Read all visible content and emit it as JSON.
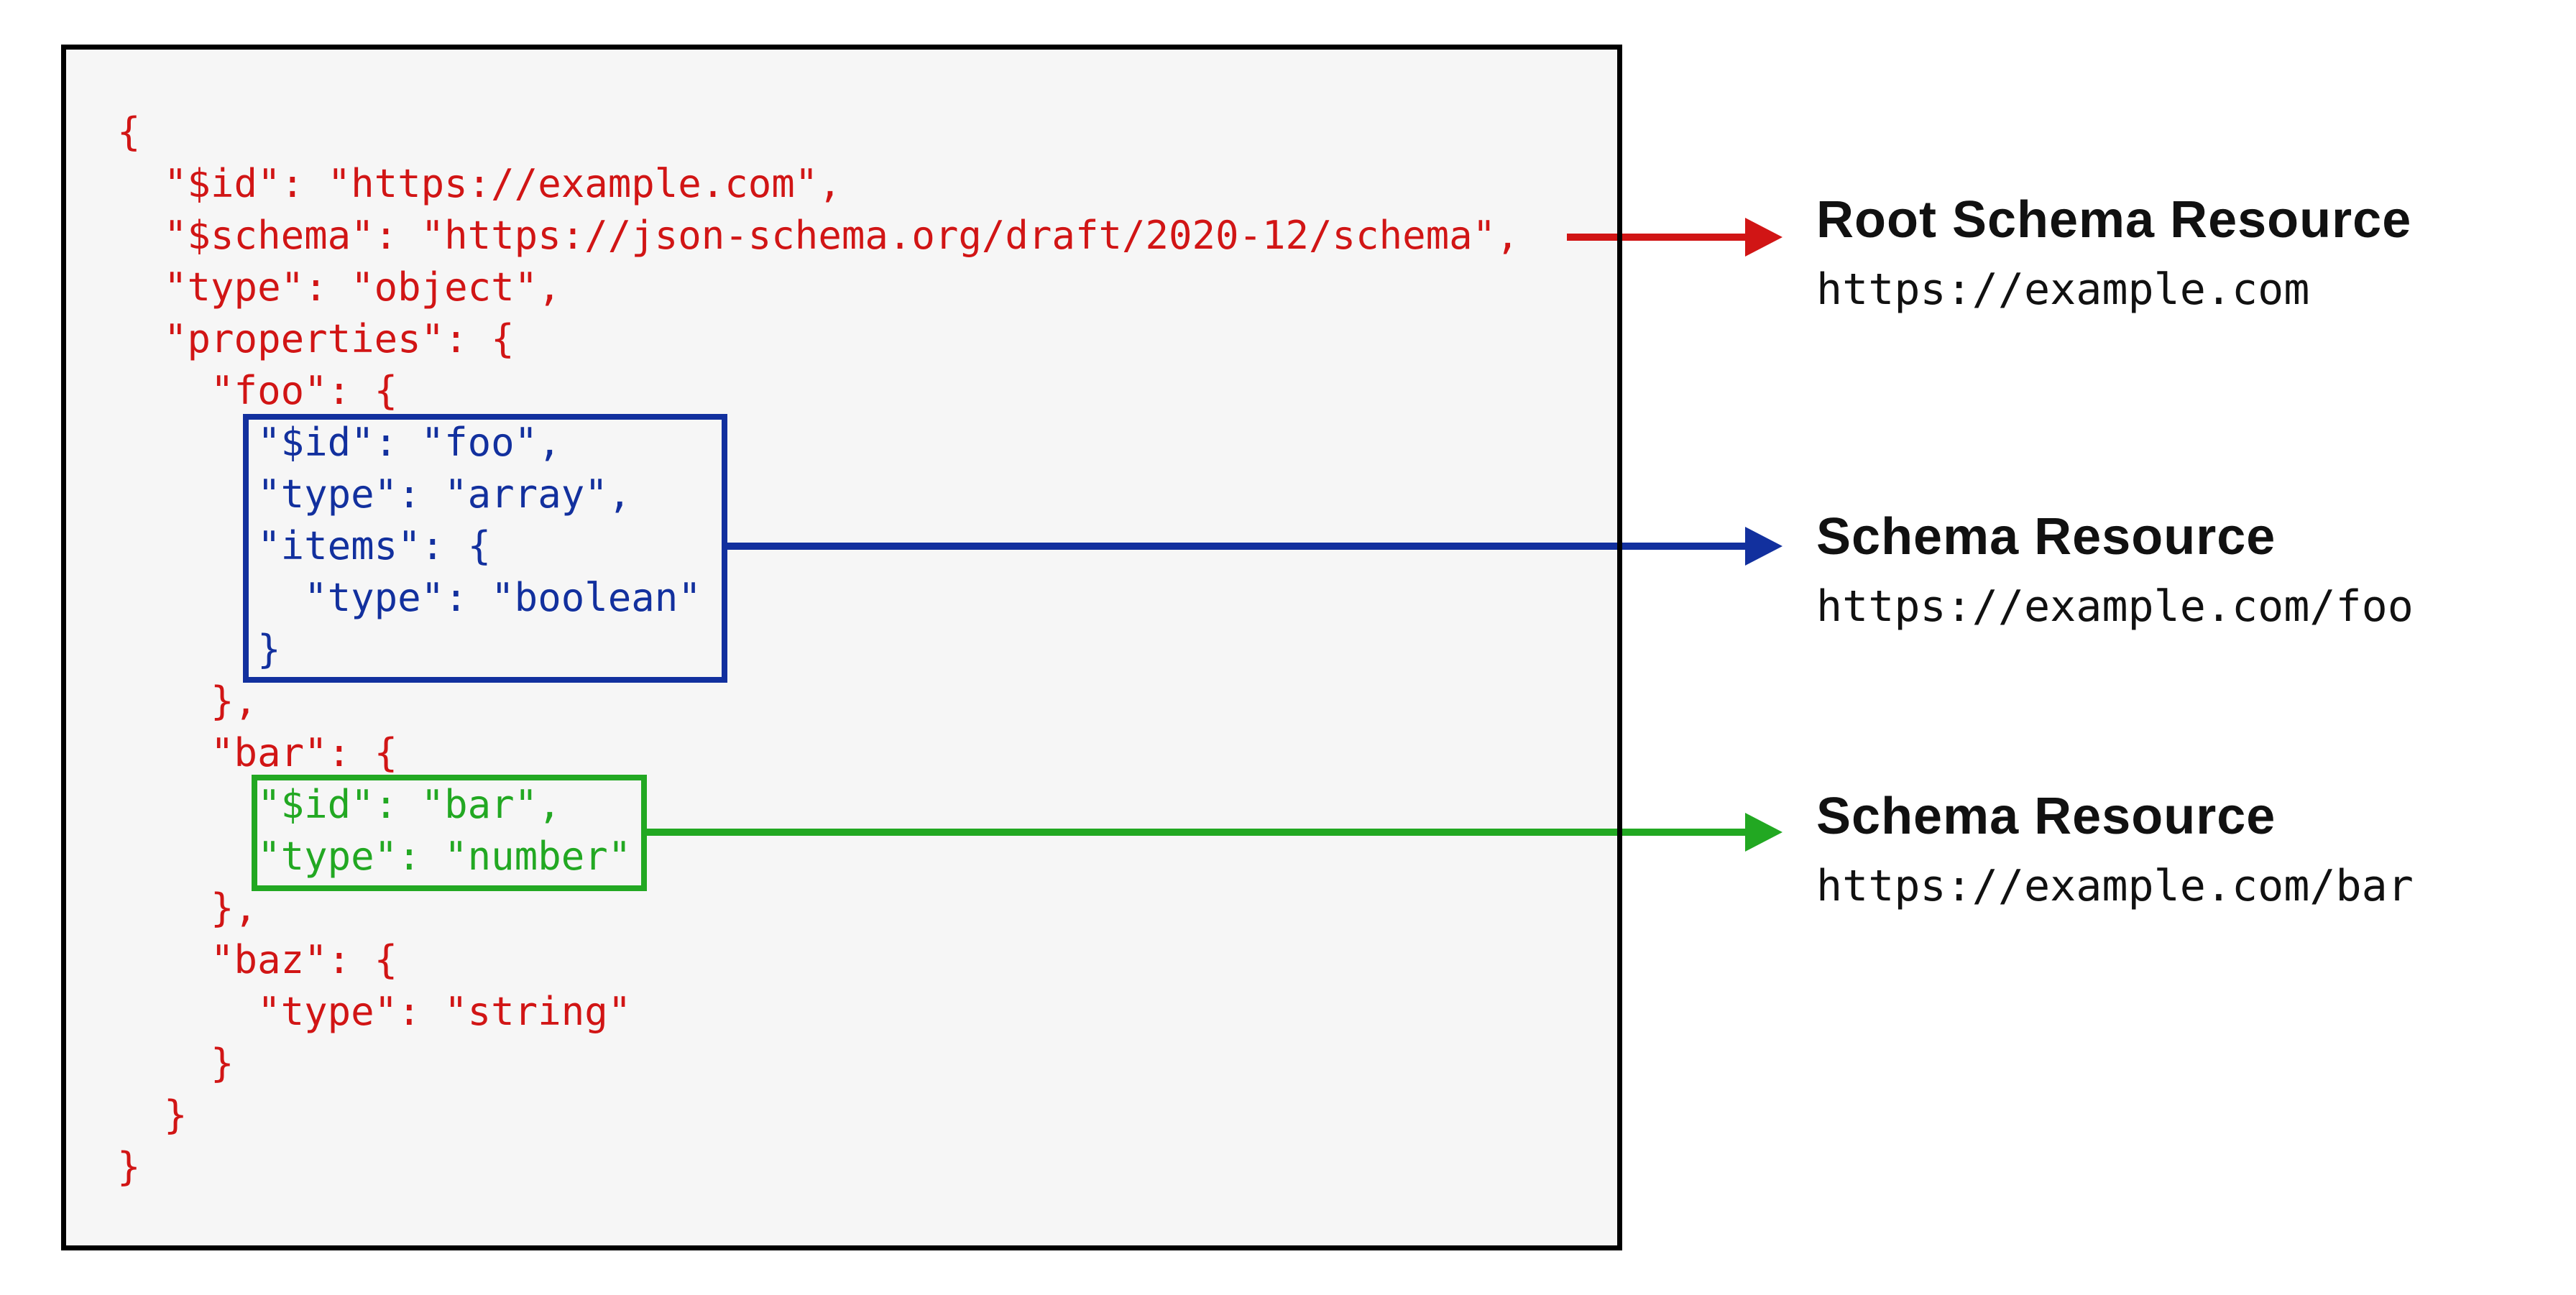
{
  "colors": {
    "red": "#d11515",
    "blue": "#12309e",
    "green": "#22a822",
    "ink": "#111111",
    "panel_background": "#f6f6f6",
    "panel_border": "#000000"
  },
  "code": {
    "lines": [
      {
        "text": "{",
        "color": "red"
      },
      {
        "text": "  \"$id\": \"https://example.com\",",
        "color": "red"
      },
      {
        "text": "  \"$schema\": \"https://json-schema.org/draft/2020-12/schema\",",
        "color": "red"
      },
      {
        "text": "  \"type\": \"object\",",
        "color": "red"
      },
      {
        "text": "  \"properties\": {",
        "color": "red"
      },
      {
        "text": "    \"foo\": {",
        "color": "red"
      },
      {
        "text": "      \"$id\": \"foo\",",
        "color": "blue"
      },
      {
        "text": "      \"type\": \"array\",",
        "color": "blue"
      },
      {
        "text": "      \"items\": {",
        "color": "blue"
      },
      {
        "text": "        \"type\": \"boolean\"",
        "color": "blue"
      },
      {
        "text": "      }",
        "color": "blue"
      },
      {
        "text": "    },",
        "color": "red"
      },
      {
        "text": "    \"bar\": {",
        "color": "red"
      },
      {
        "text": "      \"$id\": \"bar\",",
        "color": "green"
      },
      {
        "text": "      \"type\": \"number\"",
        "color": "green"
      },
      {
        "text": "    },",
        "color": "red"
      },
      {
        "text": "    \"baz\": {",
        "color": "red"
      },
      {
        "text": "      \"type\": \"string\"",
        "color": "red"
      },
      {
        "text": "    }",
        "color": "red"
      },
      {
        "text": "  }",
        "color": "red"
      },
      {
        "text": "}",
        "color": "red"
      }
    ]
  },
  "highlight_boxes": [
    {
      "color": "blue"
    },
    {
      "color": "green"
    }
  ],
  "annotations": [
    {
      "title": "Root Schema Resource",
      "url": "https://example.com",
      "arrow_color": "red"
    },
    {
      "title": "Schema Resource",
      "url": "https://example.com/foo",
      "arrow_color": "blue"
    },
    {
      "title": "Schema Resource",
      "url": "https://example.com/bar",
      "arrow_color": "green"
    }
  ]
}
